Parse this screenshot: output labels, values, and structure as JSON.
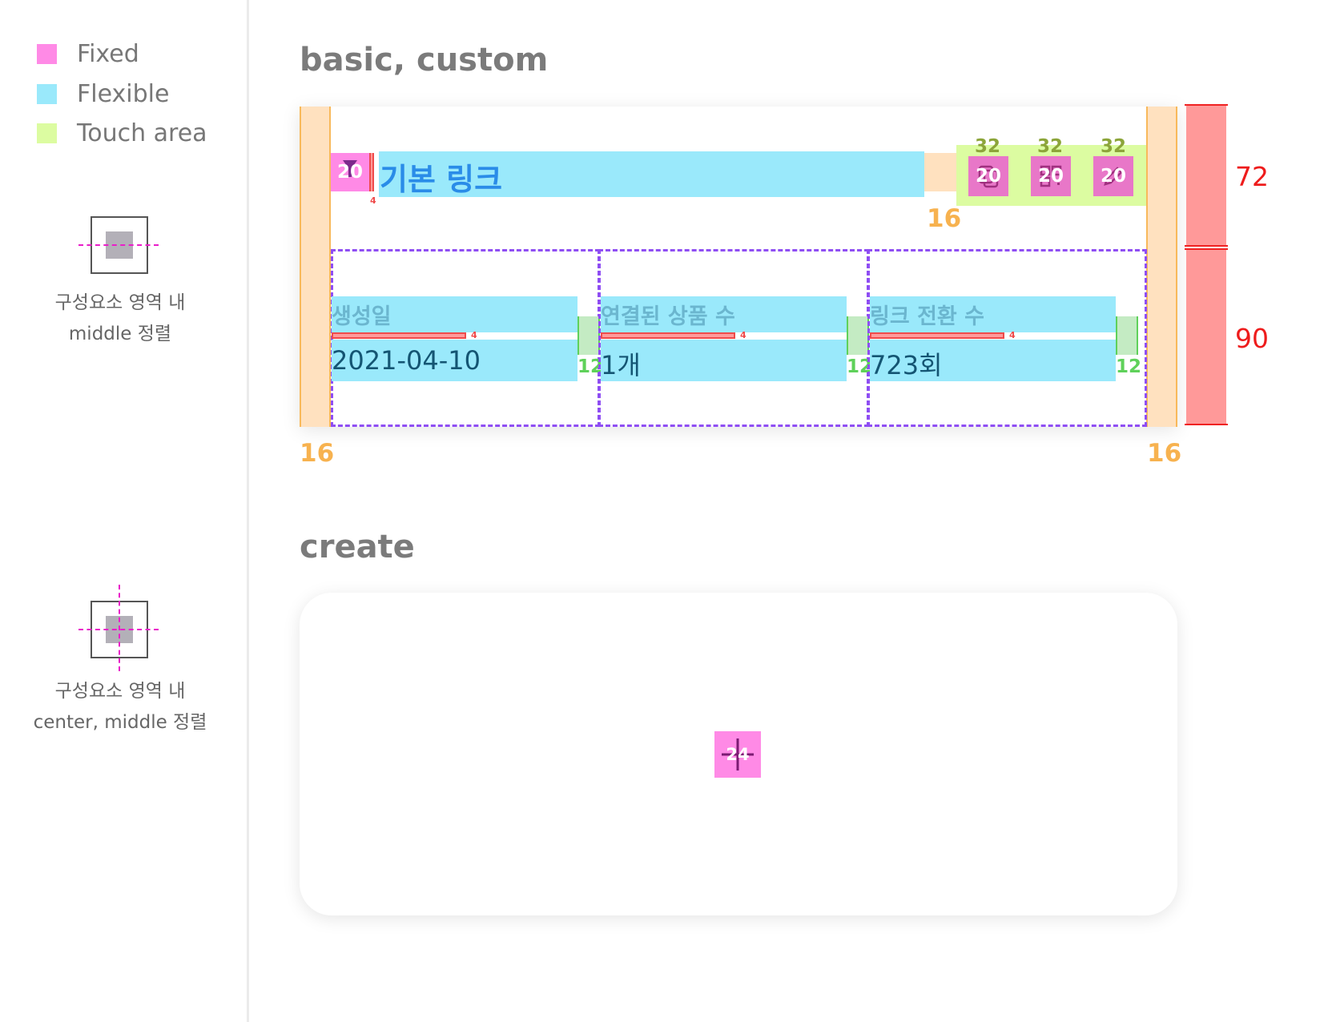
{
  "legend": {
    "items": [
      {
        "label": "Fixed",
        "color": "#ff8ae6"
      },
      {
        "label": "Flexible",
        "color": "#9ae9fb"
      },
      {
        "label": "Touch area",
        "color": "#dcfca1"
      }
    ]
  },
  "alignment": {
    "middle_caption_1": "구성요소 영역 내",
    "middle_caption_2": "middle 정렬",
    "center_caption_1": "구성요소 영역 내",
    "center_caption_2": "center, middle 정렬"
  },
  "basic_section": {
    "title": "basic, custom",
    "padding_left": "16",
    "padding_right": "16",
    "leading_icon_size": "20",
    "leading_gap": "4",
    "link_title": "기본 링크",
    "title_action_gap": "16",
    "actions": [
      {
        "touch": "32",
        "icon": "20",
        "icon_name": "copy-icon"
      },
      {
        "touch": "32",
        "icon": "20",
        "icon_name": "qr-code-icon"
      },
      {
        "touch": "32",
        "icon": "20",
        "icon_name": "edit-icon"
      }
    ],
    "row_heights": [
      "72",
      "90"
    ],
    "columns": [
      {
        "label": "생성일",
        "value": "2021-04-10",
        "label_gap": "4",
        "gap_after": "12"
      },
      {
        "label": "연결된 상품 수",
        "value": "1개",
        "label_gap": "4",
        "gap_after": "12"
      },
      {
        "label": "링크 전환 수",
        "value": "723회",
        "label_gap": "4",
        "gap_after": "12"
      }
    ]
  },
  "create_section": {
    "title": "create",
    "icon_size": "24",
    "icon_name": "plus-icon"
  },
  "colors": {
    "fixed": "#ff8ae6",
    "flexible": "#9ae9fb",
    "touch_area": "#dcfca1",
    "padding": "#ffe1bf",
    "column_frame": "#8f4ef3",
    "height_marker": "#ee1c1c"
  }
}
